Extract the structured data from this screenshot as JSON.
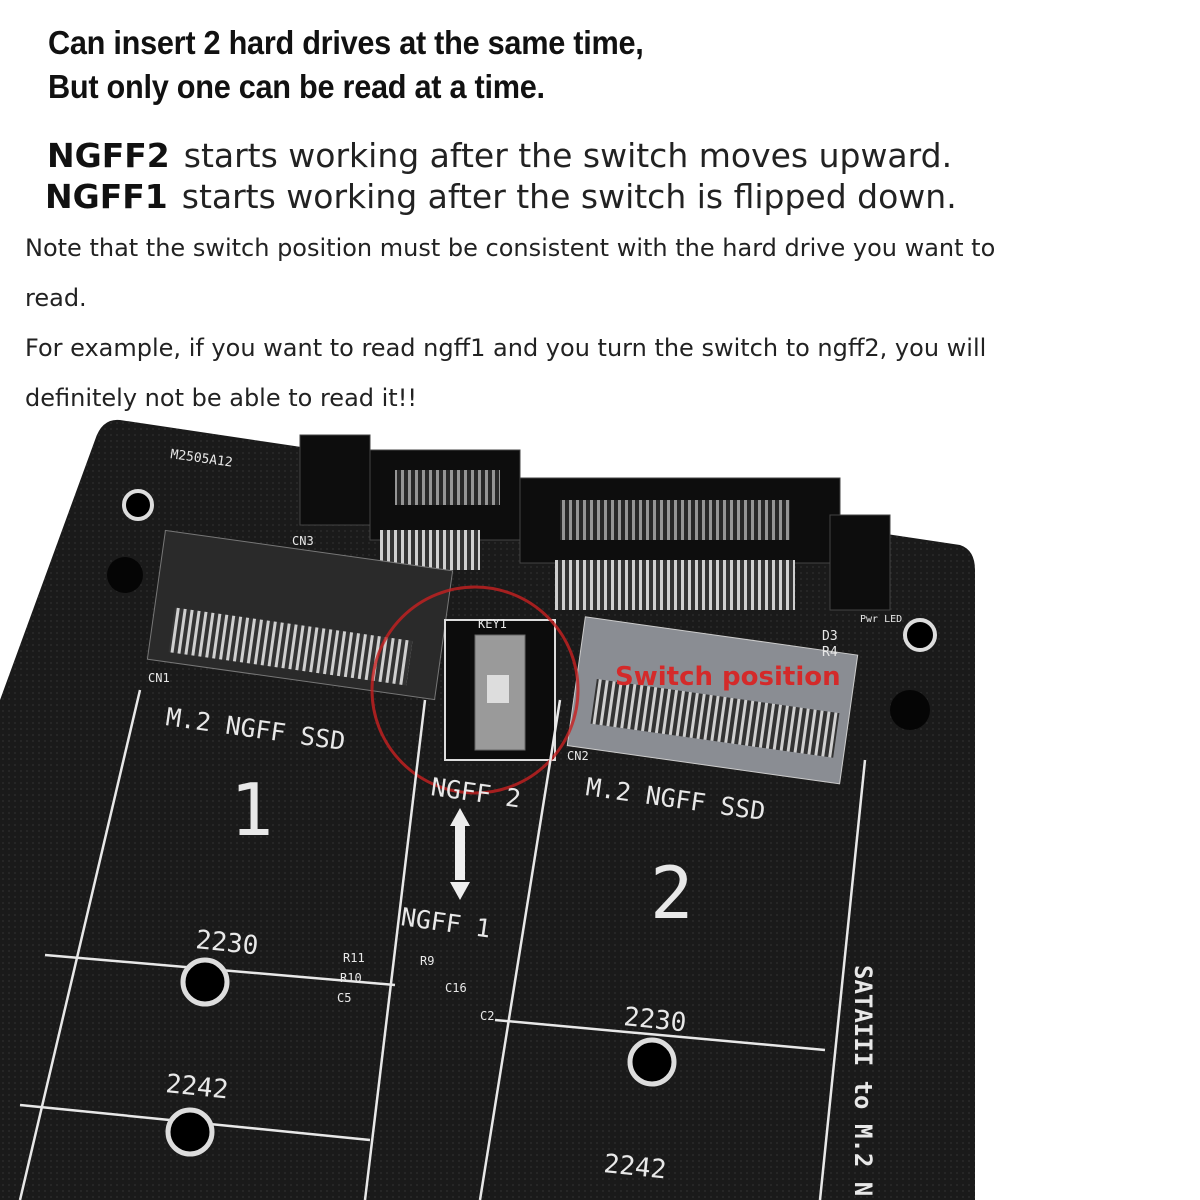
{
  "headline": {
    "line1": "Can insert 2 hard drives at the same time,",
    "line2": "But only one can be read at a time."
  },
  "switch_info": [
    {
      "slot": "NGFF2",
      "text": "starts working after the switch moves upward."
    },
    {
      "slot": "NGFF1",
      "text": "starts working after the switch is flipped down."
    }
  ],
  "notes": [
    "Note that the switch position must be consistent with the hard drive you want to",
    "read.",
    "For example, if you want to read ngff1 and you turn the switch to ngff2, you will",
    "definitely not be able to read it!!"
  ],
  "pcb": {
    "model": "M2505A12",
    "cn3": "CN3",
    "cn1": "CN1",
    "cn2": "CN2",
    "key": "KEY1",
    "slot1_label": "M.2  NGFF SSD",
    "slot1_number": "1",
    "slot2_label": "M.2  NGFF SSD",
    "slot2_number": "2",
    "ngff2": "NGFF 2",
    "ngff1": "NGFF 1",
    "len_2230_a": "2230",
    "len_2242_a": "2242",
    "len_2230_b": "2230",
    "len_2242_b": "2242",
    "r11": "R11",
    "r10": "R10",
    "c5": "C5",
    "r9": "R9",
    "c16": "C16",
    "c2": "C2",
    "d3": "D3",
    "r4": "R4",
    "led": "Pwr LED",
    "side_text": "SATAIII to M.2 N",
    "switch_callout": "Switch position"
  },
  "colors": {
    "board": "#161616",
    "silkscreen": "#e8e8e8",
    "callout": "#d42a2a"
  }
}
